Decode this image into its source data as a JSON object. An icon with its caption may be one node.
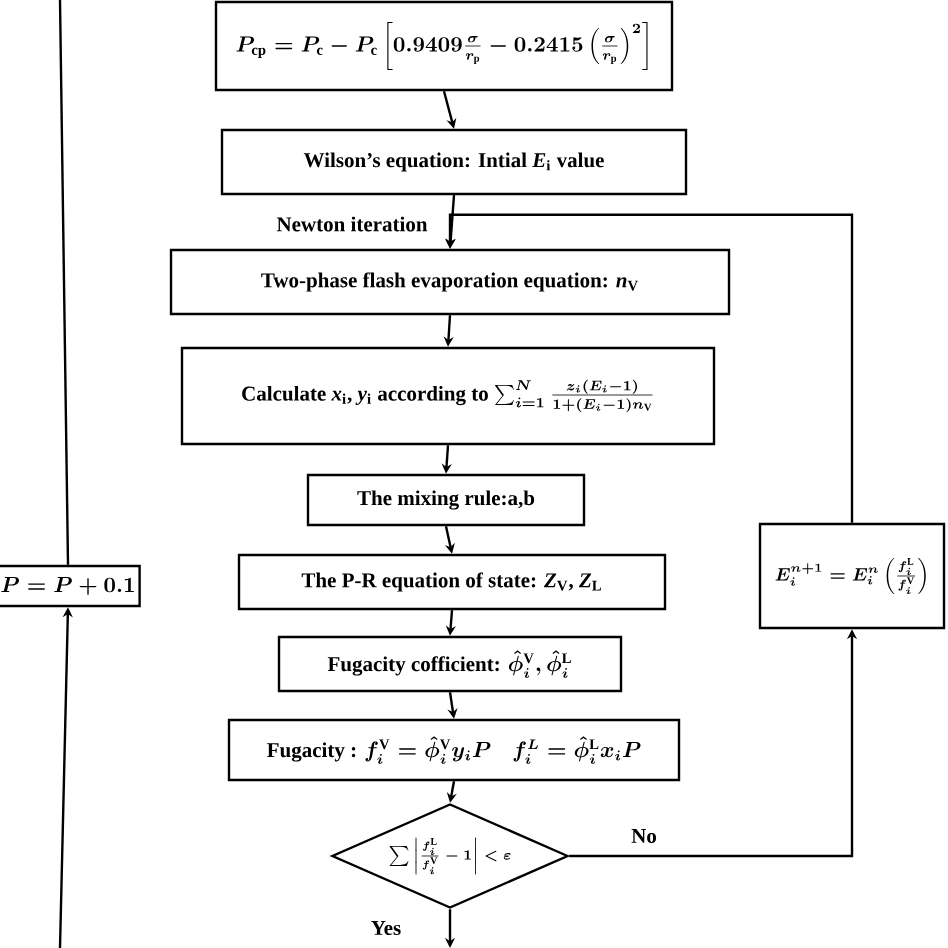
{
  "diagram": {
    "nodes": [
      {
        "text": [
          "P_{\\mathrm{cp}} = P_{\\mathrm{c}} - P_{\\mathrm{c}}\\left[0.9409\\frac{\\sigma}{r_{\\mathrm{p}}} - 0.2415\\left(\\frac{\\sigma}{r_{\\mathrm{p}}}\\right)^{2}\\right]"
        ]
      },
      {
        "text": [
          "Wilson’s equation: Intial *E*$_{i}$ value"
        ]
      },
      {
        "text": [
          "Two-phase flash evaporation equation: *n*$_{V}$"
        ]
      },
      {
        "text": [
          "Calculate *x*$_{i}$, *y*$_{i}$ according to",
          "\\sum_{i=1}^{N}\\frac{z_i\\left(E_i-1\\right)}{1+\\left(E_i-1\\right)n_{\\mathrm{V}}}"
        ]
      },
      {
        "text": [
          "The mixing rule:a,b"
        ]
      },
      {
        "text": [
          "The P-R equation of state: *Z*$_{V}$, *Z*$_{L}$"
        ]
      },
      {
        "text": [
          "Fugacity cofficient:",
          "\\hat{\\phi}_i^{\\mathrm{V}},\\hat{\\phi}_i^{\\mathrm{L}}"
        ]
      },
      {
        "text": [
          "Fugacity :",
          "f_i^{\\mathrm{V}}=\\hat{\\phi}_i^{\\mathrm{V}}y_iP\\quad f_i^{L}=\\hat{\\phi}_i^{\\mathrm{L}}x_iP"
        ]
      },
      {
        "text": [
          "\\sum\\left|\\frac{f_i^{\\mathrm{L}}}{f_i^{\\mathrm{V}}}-1\\right|<\\varepsilon"
        ]
      },
      {
        "text": [
          "E_i^{n+1}=E_i^{n}\\left(\\frac{f_i^{\\mathrm{L}}}{f_i^{\\mathrm{V}}}\\right)"
        ]
      },
      {
        "text": [
          "P=P+0.1"
        ]
      }
    ],
    "edges": [
      {
        "from": 0,
        "to": 1,
        "arrow": "to"
      },
      {
        "from": 1,
        "to": 2,
        "arrow": "to",
        "label": "Newton iteration"
      },
      {
        "from": 2,
        "to": 3,
        "arrow": "to"
      },
      {
        "from": 3,
        "to": 4,
        "arrow": "to"
      },
      {
        "from": 4,
        "to": 5,
        "arrow": "to"
      },
      {
        "from": 5,
        "to": 6,
        "arrow": "to"
      },
      {
        "from": 6,
        "to": 7,
        "arrow": "to"
      },
      {
        "from": 7,
        "to": 8,
        "arrow": "to"
      },
      {
        "from": 8,
        "to": 9,
        "arrow": "to",
        "label": "No"
      },
      {
        "from": 9,
        "to": 2,
        "arrow": "to"
      },
      {
        "from": 8,
        "to": null,
        "arrow": "to",
        "label": "Yes"
      },
      {
        "from": null,
        "to": 10,
        "arrow": "to"
      },
      {
        "from": 10,
        "to": null,
        "arrow": "none"
      }
    ]
  }
}
